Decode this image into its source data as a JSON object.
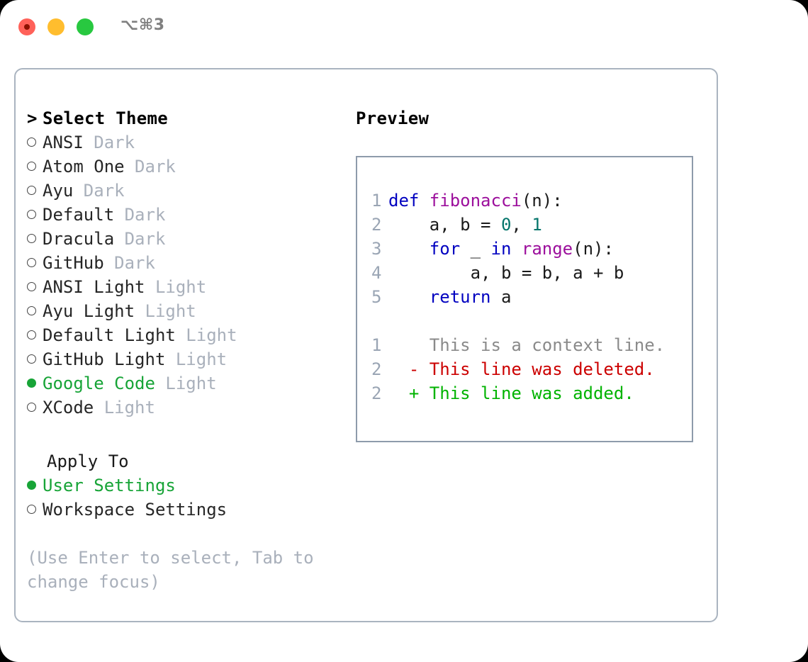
{
  "window": {
    "shortcut": "⌥⌘3",
    "traffic_lights": [
      "close",
      "minimize",
      "maximize"
    ],
    "accent_green": "#17a437",
    "border_color": "#aab4c0"
  },
  "left_panel": {
    "heading_prefix": ">",
    "heading": "Select Theme",
    "themes": [
      {
        "name": "ANSI",
        "tag": "Dark",
        "selected": false
      },
      {
        "name": "Atom One",
        "tag": "Dark",
        "selected": false
      },
      {
        "name": "Ayu",
        "tag": "Dark",
        "selected": false
      },
      {
        "name": "Default",
        "tag": "Dark",
        "selected": false
      },
      {
        "name": "Dracula",
        "tag": "Dark",
        "selected": false
      },
      {
        "name": "GitHub",
        "tag": "Dark",
        "selected": false
      },
      {
        "name": "ANSI Light",
        "tag": "Light",
        "selected": false
      },
      {
        "name": "Ayu Light",
        "tag": "Light",
        "selected": false
      },
      {
        "name": "Default Light",
        "tag": "Light",
        "selected": false
      },
      {
        "name": "GitHub Light",
        "tag": "Light",
        "selected": false
      },
      {
        "name": "Google Code",
        "tag": "Light",
        "selected": true
      },
      {
        "name": "XCode",
        "tag": "Light",
        "selected": false
      }
    ],
    "apply_to_label": "Apply To",
    "apply_to_options": [
      {
        "name": "User Settings",
        "selected": true
      },
      {
        "name": "Workspace Settings",
        "selected": false
      }
    ],
    "hint_line_1": "(Use Enter to select, Tab to",
    "hint_line_2": "change focus)"
  },
  "right_panel": {
    "title": "Preview",
    "code_lines": [
      {
        "num": "1",
        "tokens": [
          {
            "t": "def ",
            "c": "kw"
          },
          {
            "t": "fibonacci",
            "c": "fn"
          },
          {
            "t": "(n):",
            "c": "plain"
          }
        ]
      },
      {
        "num": "2",
        "tokens": [
          {
            "t": "    a, b = ",
            "c": "plain"
          },
          {
            "t": "0",
            "c": "num"
          },
          {
            "t": ", ",
            "c": "plain"
          },
          {
            "t": "1",
            "c": "num"
          }
        ]
      },
      {
        "num": "3",
        "tokens": [
          {
            "t": "    ",
            "c": "plain"
          },
          {
            "t": "for",
            "c": "kw"
          },
          {
            "t": " _ ",
            "c": "plain"
          },
          {
            "t": "in",
            "c": "kw"
          },
          {
            "t": " ",
            "c": "plain"
          },
          {
            "t": "range",
            "c": "fn"
          },
          {
            "t": "(n):",
            "c": "plain"
          }
        ]
      },
      {
        "num": "4",
        "tokens": [
          {
            "t": "        a, b = b, a + b",
            "c": "plain"
          }
        ]
      },
      {
        "num": "5",
        "tokens": [
          {
            "t": "    ",
            "c": "plain"
          },
          {
            "t": "return",
            "c": "kw"
          },
          {
            "t": " a",
            "c": "plain"
          }
        ]
      }
    ],
    "diff_lines": [
      {
        "num": "1",
        "prefix": "  ",
        "text": "This is a context line.",
        "kind": "ctx"
      },
      {
        "num": "2",
        "prefix": "- ",
        "text": "This line was deleted.",
        "kind": "del"
      },
      {
        "num": "2",
        "prefix": "+ ",
        "text": "This line was added.",
        "kind": "add"
      }
    ]
  }
}
